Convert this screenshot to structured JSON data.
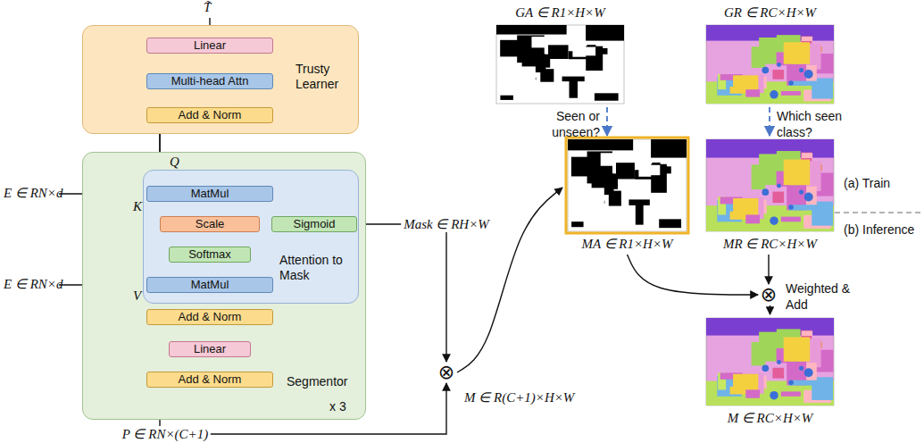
{
  "diagram": {
    "nodes": [
      {
        "text": [
          "Trusty Learner"
        ]
      },
      {
        "text": [
          "Linear"
        ],
        "in": 0
      },
      {
        "text": [
          "Multi-head Attn"
        ],
        "in": 0
      },
      {
        "text": [
          "Add & Norm"
        ],
        "in": 0
      },
      {
        "text": [
          "Segmentor",
          "x 3"
        ]
      },
      {
        "text": [
          "Attention to Mask"
        ],
        "in": 4
      },
      {
        "text": [
          "MatMul"
        ],
        "in": 5
      },
      {
        "text": [
          "Scale"
        ],
        "in": 5
      },
      {
        "text": [
          "Sigmoid"
        ],
        "in": 5
      },
      {
        "text": [
          "Softmax"
        ],
        "in": 5
      },
      {
        "text": [
          "MatMul"
        ],
        "in": 5
      },
      {
        "text": [
          "Add & Norm"
        ],
        "in": 4
      },
      {
        "text": [
          "Linear"
        ],
        "in": 4
      },
      {
        "text": [
          "Add & Norm"
        ],
        "in": 4
      },
      {
        "text": [
          "⊗"
        ]
      },
      {
        "text": [
          "GA ∈ R1×H×W"
        ]
      },
      {
        "text": [
          "GR ∈ RC×H×W"
        ]
      },
      {
        "text": [
          "MA ∈ R1×H×W"
        ]
      },
      {
        "text": [
          "MR ∈ RC×H×W"
        ]
      },
      {
        "text": [
          "⊗"
        ]
      },
      {
        "text": [
          "M ∈ RC×H×W"
        ]
      }
    ],
    "edges": [
      {
        "from": 1,
        "to": 2,
        "arrow": "to"
      },
      {
        "from": 2,
        "to": 3,
        "arrow": "to"
      },
      {
        "from": 3,
        "to": 6,
        "label": "Q",
        "arrow": "to"
      },
      {
        "from": 3,
        "to": 11,
        "arrow": "to"
      },
      {
        "from": 6,
        "to": 7,
        "arrow": "to"
      },
      {
        "from": 7,
        "to": 8,
        "arrow": "to"
      },
      {
        "from": 7,
        "to": 9,
        "arrow": "to"
      },
      {
        "from": 9,
        "to": 10,
        "arrow": "to"
      },
      {
        "from": 10,
        "to": 11,
        "arrow": "to"
      },
      {
        "from": 11,
        "to": 12,
        "arrow": "to"
      },
      {
        "from": 11,
        "to": 13,
        "arrow": "to"
      },
      {
        "from": 12,
        "to": 13,
        "arrow": "to"
      },
      {
        "from": 13,
        "to": 14,
        "label": "P ∈ RN×(C+1)",
        "arrow": "to"
      },
      {
        "from": 8,
        "to": 14,
        "label": "Mask ∈ RH×W",
        "arrow": "to"
      },
      {
        "from": 14,
        "to": 17,
        "label": "M ∈ R(C+1)×H×W",
        "arrow": "to"
      },
      {
        "from": 15,
        "to": 17,
        "label": "Seen or unseen?",
        "arrow": "to"
      },
      {
        "from": 16,
        "to": 18,
        "label": "Which seen class?",
        "arrow": "to"
      },
      {
        "from": 17,
        "to": 19,
        "arrow": "to"
      },
      {
        "from": 18,
        "to": 19,
        "arrow": "to"
      },
      {
        "from": 19,
        "to": 20,
        "arrow": "to"
      }
    ],
    "labels": [
      "T̃",
      "K",
      "V",
      "E ∈ RN×d",
      "E ∈ RN×d",
      "(a) Train",
      "(b) Inference",
      "Weighted & Add"
    ]
  }
}
